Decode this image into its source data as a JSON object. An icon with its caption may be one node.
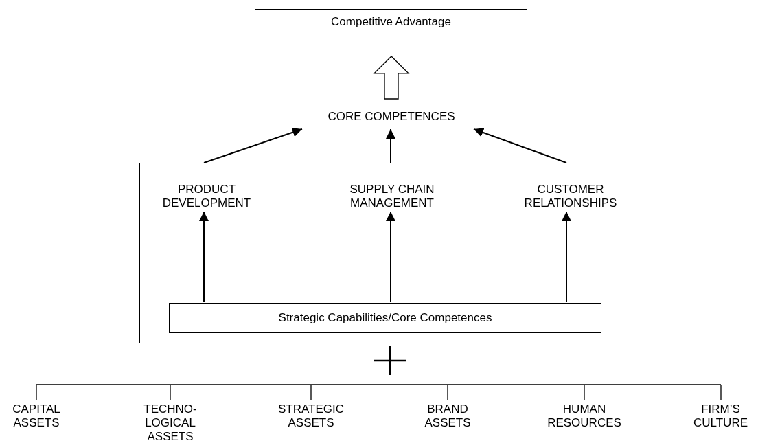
{
  "diagram": {
    "nodes": [
      {
        "text": [
          "Competitive Advantage"
        ]
      },
      {
        "text": [
          "CORE COMPETENCES"
        ]
      },
      {
        "text": [],
        "shape": "box"
      },
      {
        "text": [
          "PRODUCT DEVELOPMENT"
        ],
        "in": 2
      },
      {
        "text": [
          "SUPPLY CHAIN MANAGEMENT"
        ],
        "in": 2
      },
      {
        "text": [
          "CUSTOMER RELATIONSHIPS"
        ],
        "in": 2
      },
      {
        "text": [
          "Strategic Capabilities/Core Competences"
        ],
        "in": 2
      },
      {
        "text": [
          "CAPITAL ASSETS"
        ]
      },
      {
        "text": [
          "TECHNO- LOGICAL ASSETS"
        ]
      },
      {
        "text": [
          "STRATEGIC ASSETS"
        ]
      },
      {
        "text": [
          "BRAND ASSETS"
        ]
      },
      {
        "text": [
          "HUMAN RESOURCES"
        ]
      },
      {
        "text": [
          "FIRM’S CULTURE"
        ]
      }
    ],
    "edges": [
      {
        "from": 1,
        "to": 0,
        "arrow": "to",
        "style": "thick"
      },
      {
        "from": 2,
        "to": 1,
        "arrow": "to"
      },
      {
        "from": 2,
        "to": 1,
        "arrow": "to"
      },
      {
        "from": 2,
        "to": 1,
        "arrow": "to"
      },
      {
        "from": 6,
        "to": 3,
        "arrow": "to"
      },
      {
        "from": 6,
        "to": 4,
        "arrow": "to"
      },
      {
        "from": 6,
        "to": 5,
        "arrow": "to"
      }
    ]
  }
}
